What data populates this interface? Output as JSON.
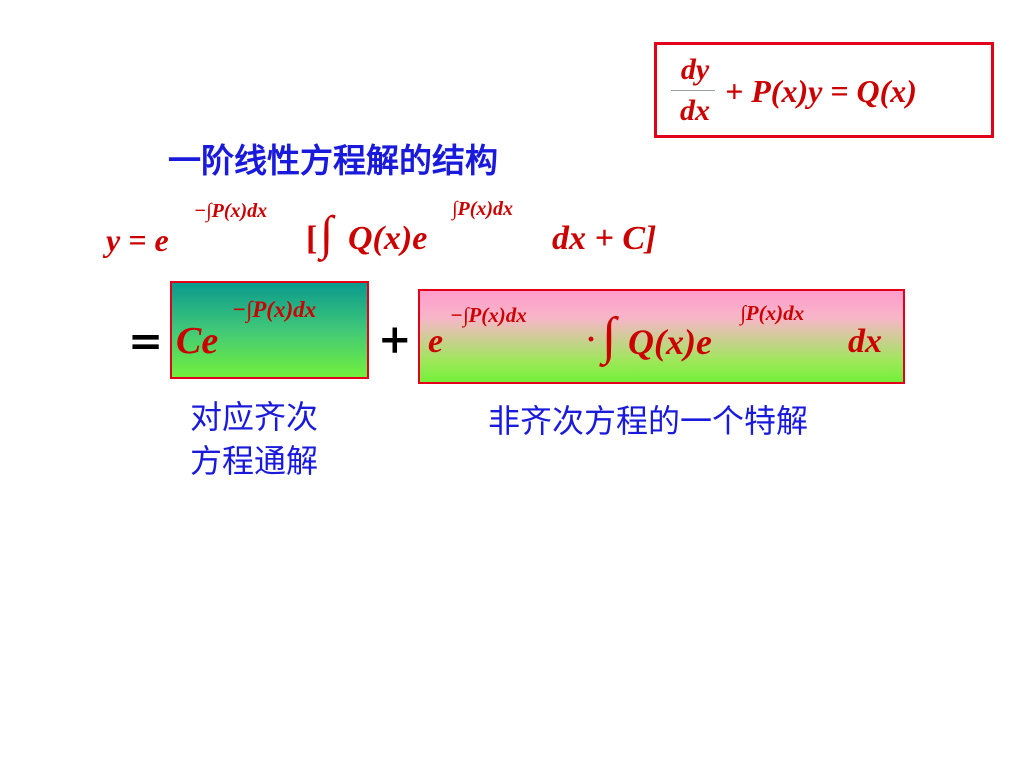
{
  "ode": {
    "num": "dy",
    "den": "dx",
    "rhs": "+ P(x)y = Q(x)"
  },
  "heading": "一阶线性方程解的结构",
  "general_solution": {
    "lhs": "y = e",
    "exp1": "−∫P(x)dx",
    "bracket_open": "[",
    "integrand": "Q(x)e",
    "exp2": "∫P(x)dx",
    "tail": "dx + C]"
  },
  "decomposition": {
    "equals": "=",
    "homog_base": "Ce",
    "homog_exp": "−∫P(x)dx",
    "plus": "+",
    "part_base": "e",
    "part_exp1": "−∫P(x)dx",
    "part_dot": "·",
    "part_integrand": "Q(x)e",
    "part_exp2": "∫P(x)dx",
    "part_tail": "dx"
  },
  "captions": {
    "homog_line1": "对应齐次",
    "homog_line2": "方程通解",
    "particular": "非齐次方程的一个特解"
  },
  "colors": {
    "formula": "#cc0000",
    "caption": "#1a1adc",
    "box_border": "#e3001b"
  }
}
